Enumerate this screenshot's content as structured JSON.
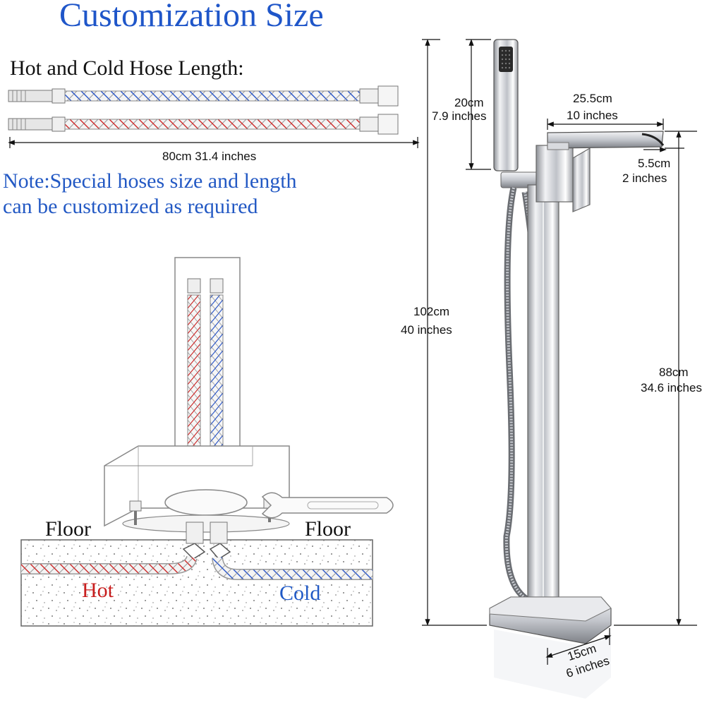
{
  "title": "Customization Size",
  "hose": {
    "label": "Hot and Cold Hose Length:",
    "length": "80cm  31.4 inches"
  },
  "note": {
    "line1": "Note:Special hoses size and length",
    "line2": "can be customized as required"
  },
  "install": {
    "floor_left": "Floor",
    "floor_right": "Floor",
    "hot": "Hot",
    "cold": "Cold"
  },
  "dimensions": {
    "handshower_cm": "20cm",
    "handshower_in": "7.9 inches",
    "spout_len_cm": "25.5cm",
    "spout_len_in": "10 inches",
    "spout_h_cm": "5.5cm",
    "spout_h_in": "2 inches",
    "total_h_cm": "102cm",
    "total_h_in": "40 inches",
    "spout_floor_cm": "88cm",
    "spout_floor_in": "34.6 inches",
    "base_cm": "15cm",
    "base_in": "6 inches"
  },
  "colors": {
    "title_blue": "#1f56c9",
    "hot_red": "#c81e1e",
    "cold_blue": "#2059c6",
    "chrome": "#c9ccd2"
  }
}
